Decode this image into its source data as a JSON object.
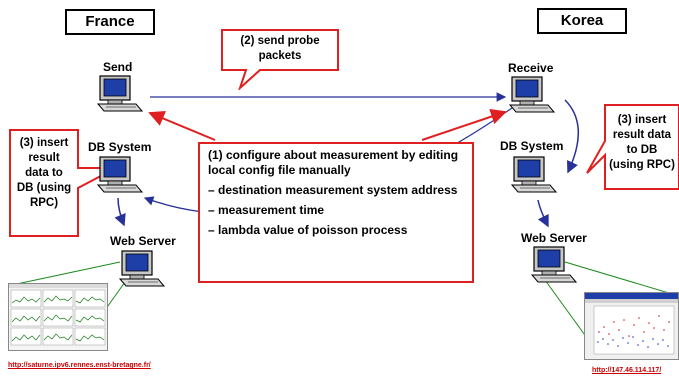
{
  "countries": {
    "left": "France",
    "right": "Korea"
  },
  "france": {
    "send": "Send",
    "db_system": "DB System",
    "web_server": "Web Server",
    "insert_note": [
      "(3) insert",
      "result",
      "data to",
      "DB (using",
      "RPC)"
    ],
    "url": "http://saturne.ipv6.rennes.enst-bretagne.fr/"
  },
  "korea": {
    "receive": "Receive",
    "db_system": "DB System",
    "web_server": "Web Server",
    "insert_note": [
      "(3) insert",
      "result data",
      "to DB",
      "(using RPC)"
    ],
    "url": "http://147.46.114.117/"
  },
  "probe_note": [
    "(2) send probe",
    "packets"
  ],
  "config_box": {
    "title": "(1) configure about measurement by editing local config file manually",
    "items": [
      "– destination measurement system address",
      "– measurement time",
      "– lambda value of poisson process"
    ]
  },
  "colors": {
    "arrow_red": "#e02020",
    "arrow_blue": "#28309a",
    "line_green": "#1a8a1a"
  }
}
